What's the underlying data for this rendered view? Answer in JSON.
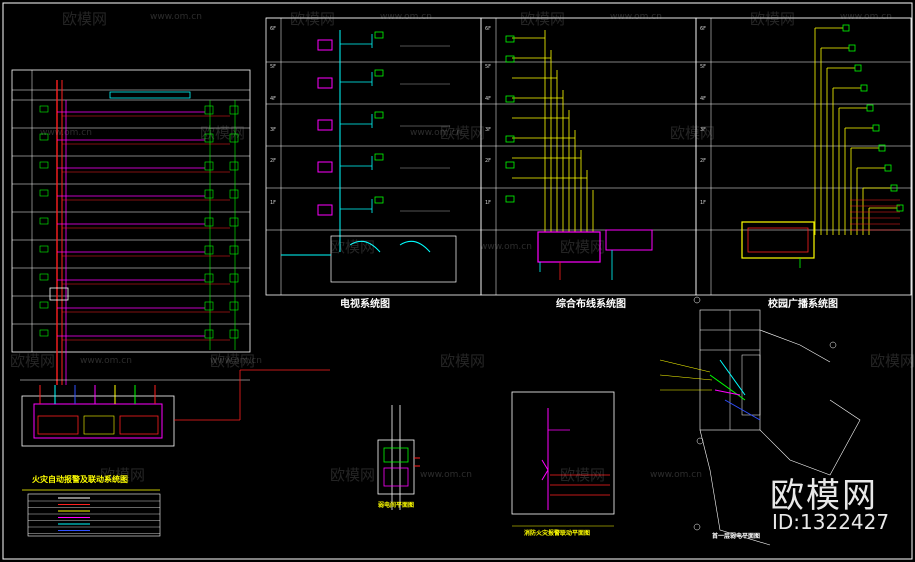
{
  "watermark": {
    "logo_text": "欧模网",
    "url_text": "www.om.cn",
    "id_text": "ID:1322427"
  },
  "diagrams": {
    "tv_system": "电视系统图",
    "cabling_system": "综合布线系统图",
    "broadcast_system": "校园广播系统图",
    "fire_alarm_system": "火灾自动报警及联动系统图",
    "weak_room": "弱电间平面图",
    "fire_alarm_riser": "消防火灾报警联动平面图",
    "floor_plan": "首一层弱电平面图"
  },
  "floor_labels": [
    "6F",
    "5F",
    "4F",
    "3F",
    "2F",
    "1F"
  ],
  "colors": {
    "background": "#000000",
    "frame": "#ffffff",
    "yellow": "#ffff00",
    "red": "#ff2020",
    "magenta": "#ff00ff",
    "green": "#00ff00",
    "cyan": "#00ffff",
    "blue": "#3050ff"
  }
}
